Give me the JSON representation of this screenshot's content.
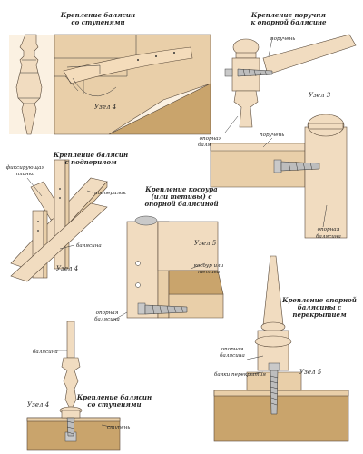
{
  "panels": {
    "p1": {
      "title_lines": [
        "Крепление балясин",
        "со ступенями"
      ],
      "node": "Узел 4"
    },
    "p2": {
      "title_lines": [
        "Крепление поручня",
        "к опорной балясине"
      ],
      "label_handrail_top": "поручень",
      "label_support_a": [
        "опорная",
        "балясина"
      ],
      "node": "Узел 3",
      "label_handrail_bottom": "поручень",
      "label_support_b": [
        "опорная",
        "балясина"
      ]
    },
    "p3": {
      "title_lines": [
        "Крепление балясин",
        "с подперилом"
      ],
      "label_fix_plank": [
        "фиксирующая",
        "планка"
      ],
      "label_subrail": "подперилок",
      "label_baluster": "балясина",
      "node": "Узел 4"
    },
    "p4": {
      "title_lines": [
        "Крепление косоура",
        "(или тетивы) с",
        "опорной балясиной"
      ],
      "node": "Узел 5",
      "label_stringer": [
        "косоур или",
        "тетива"
      ],
      "label_support": [
        "опорная",
        "балясина"
      ]
    },
    "p5": {
      "title_lines": [
        "Крепление опорной",
        "балясины с",
        "перекрытием"
      ],
      "label_support": [
        "опорная",
        "балясина"
      ],
      "label_joists": "балки перекрытия",
      "node": "Узел 5"
    },
    "p6": {
      "label_baluster": "балясина",
      "node": "Узел 4",
      "title_lines": [
        "Крепление балясин",
        "со ступенями"
      ],
      "label_step": "ступень"
    }
  }
}
